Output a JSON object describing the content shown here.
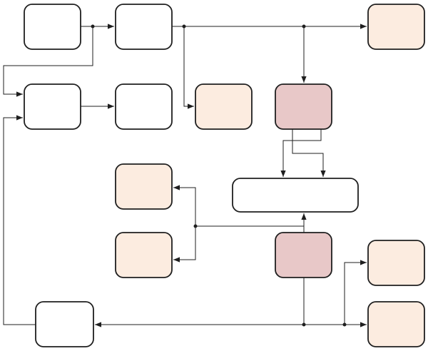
{
  "diagram": {
    "colors": {
      "background": "#ffffff",
      "stroke": "#1f1f1f",
      "fill_plain": "#ffffff",
      "fill_peach": "#fcece0",
      "fill_rose": "#e8c8c8",
      "junction": "#1f1f1f"
    },
    "nodes": [
      {
        "id": "a1",
        "fill": "plain",
        "label": ""
      },
      {
        "id": "a2",
        "fill": "plain",
        "label": ""
      },
      {
        "id": "a3",
        "fill": "peach",
        "label": ""
      },
      {
        "id": "b1",
        "fill": "plain",
        "label": ""
      },
      {
        "id": "b2",
        "fill": "plain",
        "label": ""
      },
      {
        "id": "b3",
        "fill": "peach",
        "label": ""
      },
      {
        "id": "b4",
        "fill": "rose",
        "label": ""
      },
      {
        "id": "c1",
        "fill": "peach",
        "label": ""
      },
      {
        "id": "c2",
        "fill": "plain",
        "label": ""
      },
      {
        "id": "d1",
        "fill": "peach",
        "label": ""
      },
      {
        "id": "d2",
        "fill": "rose",
        "label": ""
      },
      {
        "id": "e1",
        "fill": "peach",
        "label": ""
      },
      {
        "id": "f1",
        "fill": "plain",
        "label": ""
      },
      {
        "id": "f2",
        "fill": "peach",
        "label": ""
      }
    ],
    "edges": [
      {
        "id": "a1-a2",
        "from": "a1",
        "to": "a2"
      },
      {
        "id": "a2-a3",
        "from": "a2",
        "to": "a3"
      },
      {
        "id": "a2-b4",
        "from": "a2",
        "to": "b4"
      },
      {
        "id": "a2-b3",
        "from": "a2",
        "to": "b3"
      },
      {
        "id": "a1-b1",
        "from": "a1",
        "to": "b1"
      },
      {
        "id": "b1-b2",
        "from": "b1",
        "to": "b2"
      },
      {
        "id": "b4-c2-left",
        "from": "b4",
        "to": "c2"
      },
      {
        "id": "b4-c2-right",
        "from": "b4",
        "to": "c2"
      },
      {
        "id": "d2-c2",
        "from": "d2",
        "to": "c2"
      },
      {
        "id": "d2-c1",
        "from": "d2",
        "to": "c1"
      },
      {
        "id": "d2-d1",
        "from": "d2",
        "to": "d1"
      },
      {
        "id": "d2-f1",
        "from": "d2",
        "to": "f1"
      },
      {
        "id": "d2-e1",
        "from": "d2",
        "to": "e1"
      },
      {
        "id": "d2-f2",
        "from": "d2",
        "to": "f2"
      },
      {
        "id": "f1-b1",
        "from": "f1",
        "to": "b1"
      }
    ]
  }
}
